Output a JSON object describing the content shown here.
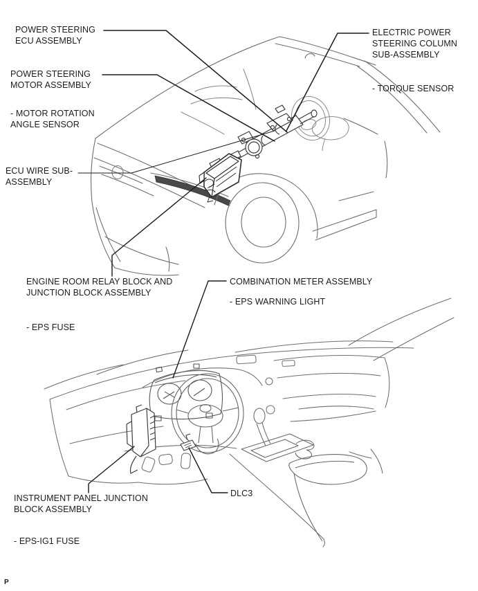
{
  "page": {
    "background": "#ffffff",
    "footer_mark": "P"
  },
  "colors": {
    "text": "#1c1c1c",
    "leader_line": "#1b1b1b",
    "art_line": "#6e6e6e",
    "detail_line": "#3c3c3c",
    "headlight_fill": "#494949",
    "shaded_block_outline": "#2e2e2e"
  },
  "top_view": {
    "name": "engine-compartment-steering-column-location-view",
    "labels": {
      "power_steering_ecu": "POWER STEERING\nECU ASSEMBLY",
      "power_steering_motor": "POWER STEERING\nMOTOR ASSEMBLY",
      "motor_rotation_angle_sensor": "- MOTOR ROTATION\nANGLE SENSOR",
      "eps_column": "ELECTRIC POWER\nSTEERING COLUMN\nSUB-ASSEMBLY",
      "torque_sensor": "- TORQUE SENSOR",
      "ecu_wire": "ECU WIRE SUB-\nASSEMBLY",
      "engine_room_relay_block": "ENGINE ROOM RELAY BLOCK AND\nJUNCTION BLOCK ASSEMBLY",
      "eps_fuse": "- EPS FUSE"
    }
  },
  "bottom_view": {
    "name": "instrument-panel-location-view",
    "labels": {
      "combination_meter": "COMBINATION METER ASSEMBLY",
      "eps_warning_light": "- EPS WARNING LIGHT",
      "instrument_panel_junction_block": "INSTRUMENT PANEL JUNCTION\nBLOCK ASSEMBLY",
      "dlc3": "DLC3",
      "eps_ig1_fuse": "- EPS-IG1 FUSE"
    }
  }
}
